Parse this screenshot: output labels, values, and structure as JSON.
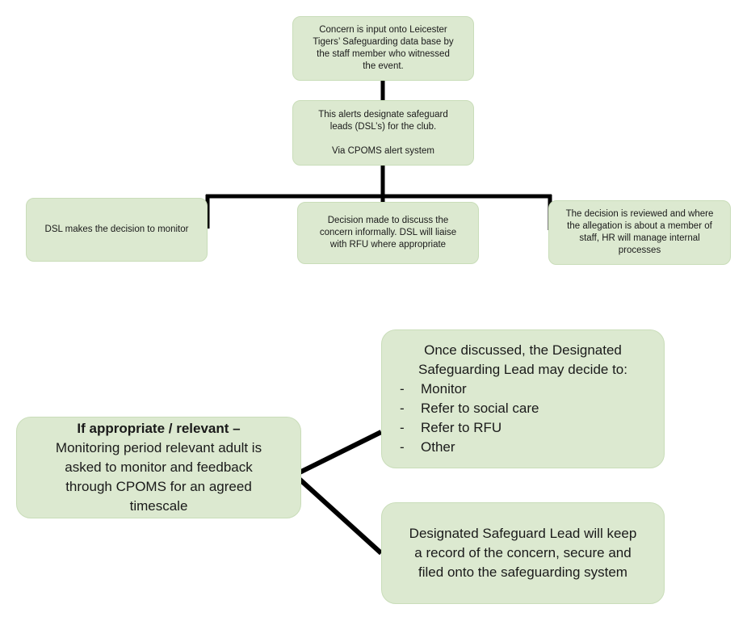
{
  "flowchart": {
    "step1": {
      "lines": [
        "Concern is input onto Leicester",
        "Tigers’ Safeguarding data base by",
        "the staff member who witnessed",
        "the event."
      ]
    },
    "step2": {
      "lines": [
        "This alerts designate safeguard",
        "leads (DSL’s) for the club."
      ],
      "sub": "Via CPOMS alert system"
    },
    "option_monitor": {
      "text": "DSL makes the decision to monitor"
    },
    "option_discuss": {
      "lines": [
        "Decision made to discuss the",
        "concern informally. DSL will liaise",
        "with RFU where appropriate"
      ]
    },
    "option_review": {
      "lines": [
        "The decision is reviewed and where",
        "the allegation is about a member of",
        "staff, HR will manage internal",
        "processes"
      ]
    },
    "monitoring": {
      "heading": "If appropriate / relevant –",
      "lines": [
        "Monitoring period relevant adult is",
        "asked to monitor and feedback",
        "through CPOMS for an agreed",
        "timescale"
      ]
    },
    "dsl_decide": {
      "lines": [
        "Once discussed, the Designated",
        "Safeguarding Lead may decide to:"
      ],
      "options": [
        "Monitor",
        "Refer to social care",
        "Refer to RFU",
        "Other"
      ]
    },
    "record": {
      "lines": [
        "Designated Safeguard Lead will keep",
        "a record of the concern, secure and",
        "filed onto the safeguarding system"
      ]
    }
  },
  "colors": {
    "box_fill": "#dce9d0",
    "connector": "#000000"
  }
}
